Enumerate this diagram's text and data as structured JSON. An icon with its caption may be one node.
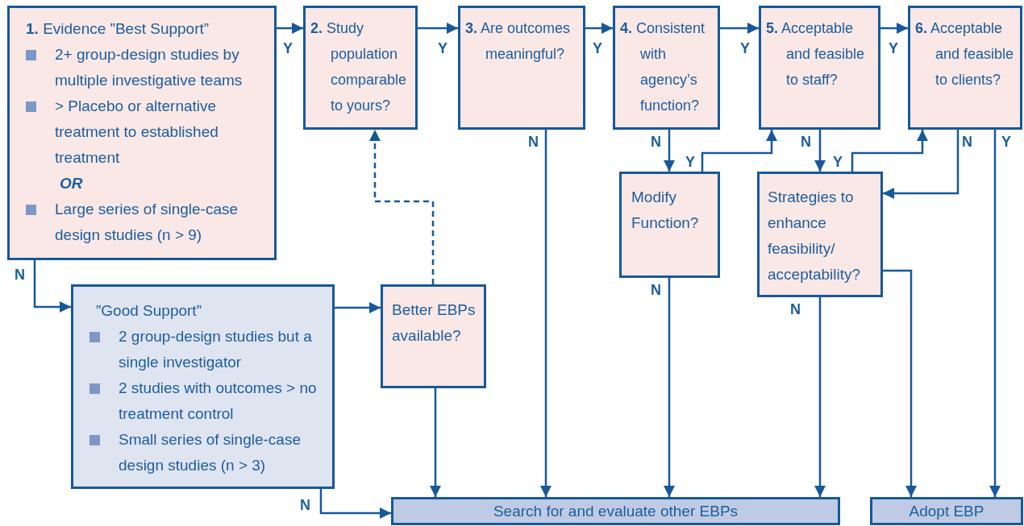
{
  "diagram": {
    "nodes": [
      {
        "text": [
          "**1.** Evidence ”Best Support”",
          "2+ group-design studies by multiple investigative teams",
          "> Placebo or alternative treatment to established treatment",
          "OR",
          "Large series of single-case design studies (n > 9)"
        ]
      },
      {
        "text": [
          "**2.** Study population comparable to yours?"
        ]
      },
      {
        "text": [
          "**3.** Are outcomes meaningful?"
        ]
      },
      {
        "text": [
          "**4.** Consistent with agency’s function?"
        ]
      },
      {
        "text": [
          "**5.** Acceptable and feasible to staff?"
        ]
      },
      {
        "text": [
          "**6.** Acceptable and feasible to clients?"
        ]
      },
      {
        "text": [
          "Modify Function?"
        ]
      },
      {
        "text": [
          "Strategies to enhance feasibility/ acceptability?"
        ]
      },
      {
        "text": [
          "”Good Support”",
          "2 group-design studies but a single investigator",
          "2 studies with outcomes > no treatment control",
          "Small series of single-case design studies (n > 3)"
        ]
      },
      {
        "text": [
          "Better EBPs available?"
        ]
      },
      {
        "text": [
          "Search for and evaluate other EBPs"
        ]
      },
      {
        "text": [
          "Adopt EBP"
        ]
      }
    ],
    "edges": [
      {
        "from": 0,
        "to": 1,
        "arrow": "to",
        "label": "Y"
      },
      {
        "from": 1,
        "to": 2,
        "arrow": "to",
        "label": "Y"
      },
      {
        "from": 2,
        "to": 3,
        "arrow": "to",
        "label": "Y"
      },
      {
        "from": 3,
        "to": 4,
        "arrow": "to",
        "label": "Y"
      },
      {
        "from": 4,
        "to": 5,
        "arrow": "to",
        "label": "Y"
      },
      {
        "from": 0,
        "to": 8,
        "arrow": "to",
        "label": "N"
      },
      {
        "from": 8,
        "to": 9,
        "arrow": "to"
      },
      {
        "from": 8,
        "to": 10,
        "arrow": "to",
        "label": "N"
      },
      {
        "from": 9,
        "to": 1,
        "arrow": "to",
        "style": "dashed"
      },
      {
        "from": 9,
        "to": 10,
        "arrow": "to"
      },
      {
        "from": 2,
        "to": 10,
        "arrow": "to",
        "label": "N"
      },
      {
        "from": 3,
        "to": 6,
        "arrow": "to",
        "label": "N"
      },
      {
        "from": 6,
        "to": 4,
        "arrow": "to",
        "label": "Y"
      },
      {
        "from": 6,
        "to": 10,
        "arrow": "to",
        "label": "N"
      },
      {
        "from": 4,
        "to": 7,
        "arrow": "to",
        "label": "N"
      },
      {
        "from": 7,
        "to": 5,
        "arrow": "to",
        "label": "Y"
      },
      {
        "from": 5,
        "to": 7,
        "arrow": "to",
        "label": "N"
      },
      {
        "from": 7,
        "to": 10,
        "arrow": "to",
        "label": "N"
      },
      {
        "from": 7,
        "to": 11,
        "arrow": "to"
      },
      {
        "from": 5,
        "to": 11,
        "arrow": "to",
        "label": "Y"
      }
    ]
  }
}
